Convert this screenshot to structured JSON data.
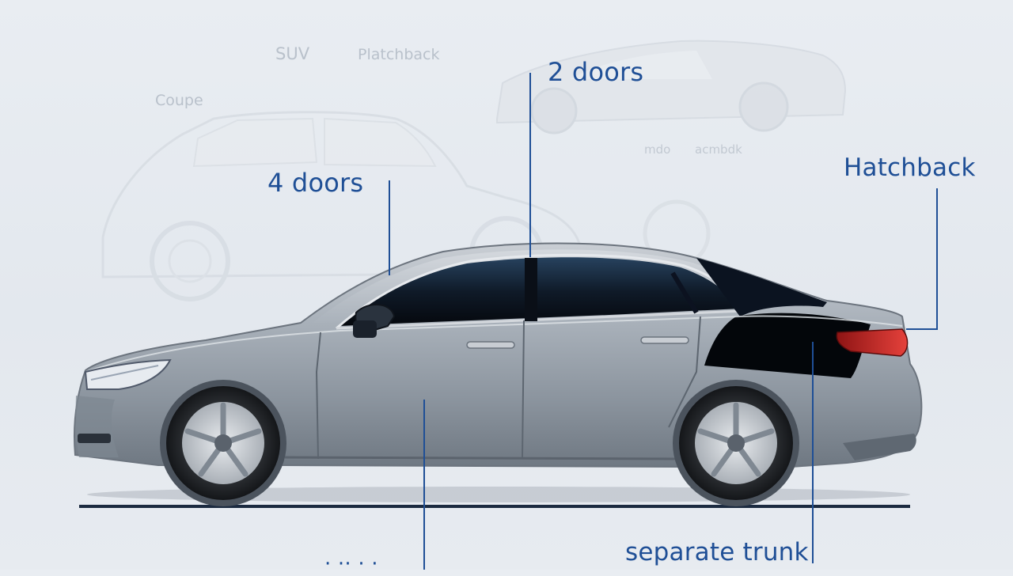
{
  "background_labels": {
    "suv": "SUV",
    "hatchback_faded": "Platchback",
    "coupe": "Coupe",
    "small_left": "mdo",
    "small_right": "acmbdk"
  },
  "callouts": {
    "four_doors": "4 doors",
    "two_doors": "2 doors",
    "hatchback": "Hatchback",
    "separate_trunk": "separate trunk",
    "bottom_partial": "· ·· · ·"
  },
  "colors": {
    "callout_text": "#1f4f96",
    "leader_line": "#1f4f96",
    "car_body": "#9aa3ad",
    "window_tint": "#0b1320",
    "tail_light": "#d22a2a",
    "ground_line": "#1b2a40"
  }
}
